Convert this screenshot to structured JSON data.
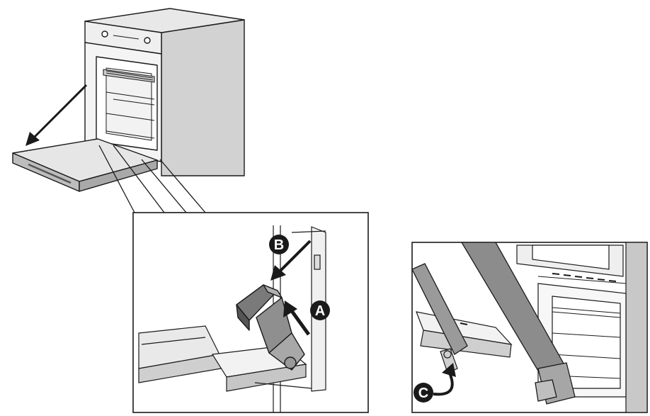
{
  "markers": {
    "a": "A",
    "b": "B",
    "c": "C"
  },
  "colors": {
    "ink": "#1a1a1a",
    "panel_gray": "#d9d9d9",
    "shade": "#bfbfbf",
    "dark_gray": "#8c8c8c",
    "paper": "#ffffff"
  }
}
